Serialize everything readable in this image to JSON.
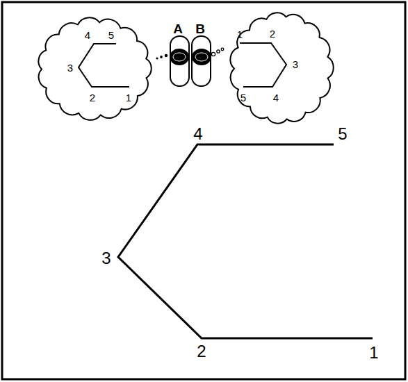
{
  "diagram": {
    "nodes": [
      {
        "text": [
          "4",
          "5",
          "3",
          "2",
          "1"
        ]
      },
      {
        "text": [
          "1",
          "2",
          "3",
          "5",
          "4"
        ]
      }
    ],
    "labels": [
      "A",
      "B",
      "4",
      "5",
      "3",
      "2",
      "1"
    ]
  }
}
